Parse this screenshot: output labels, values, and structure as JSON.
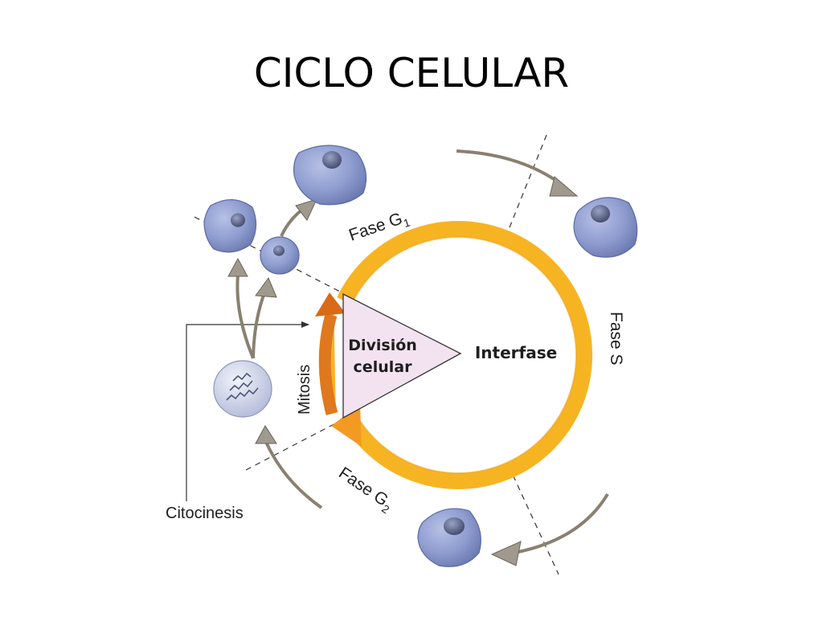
{
  "title": "CICLO CELULAR",
  "labels": {
    "division_line1": "División",
    "division_line2": "celular",
    "interfase": "Interfase",
    "mitosis": "Mitosis",
    "citocinesis": "Citocinesis",
    "fase_g1_prefix": "Fase G",
    "fase_g1_sub": "1",
    "fase_s": "Fase S",
    "fase_g2_prefix": "Fase G",
    "fase_g2_sub": "2"
  },
  "colors": {
    "ring": "#f7b422",
    "ring_dark": "#ea7f1b",
    "mitosis_arc": "#e0781d",
    "wedge_fill": "#f3e3f0",
    "cell": "#8e9ccf",
    "cell_edge": "#6c7bb2",
    "nucleus": "#5a6288",
    "arrow": "#8a8070",
    "line": "#333333"
  }
}
